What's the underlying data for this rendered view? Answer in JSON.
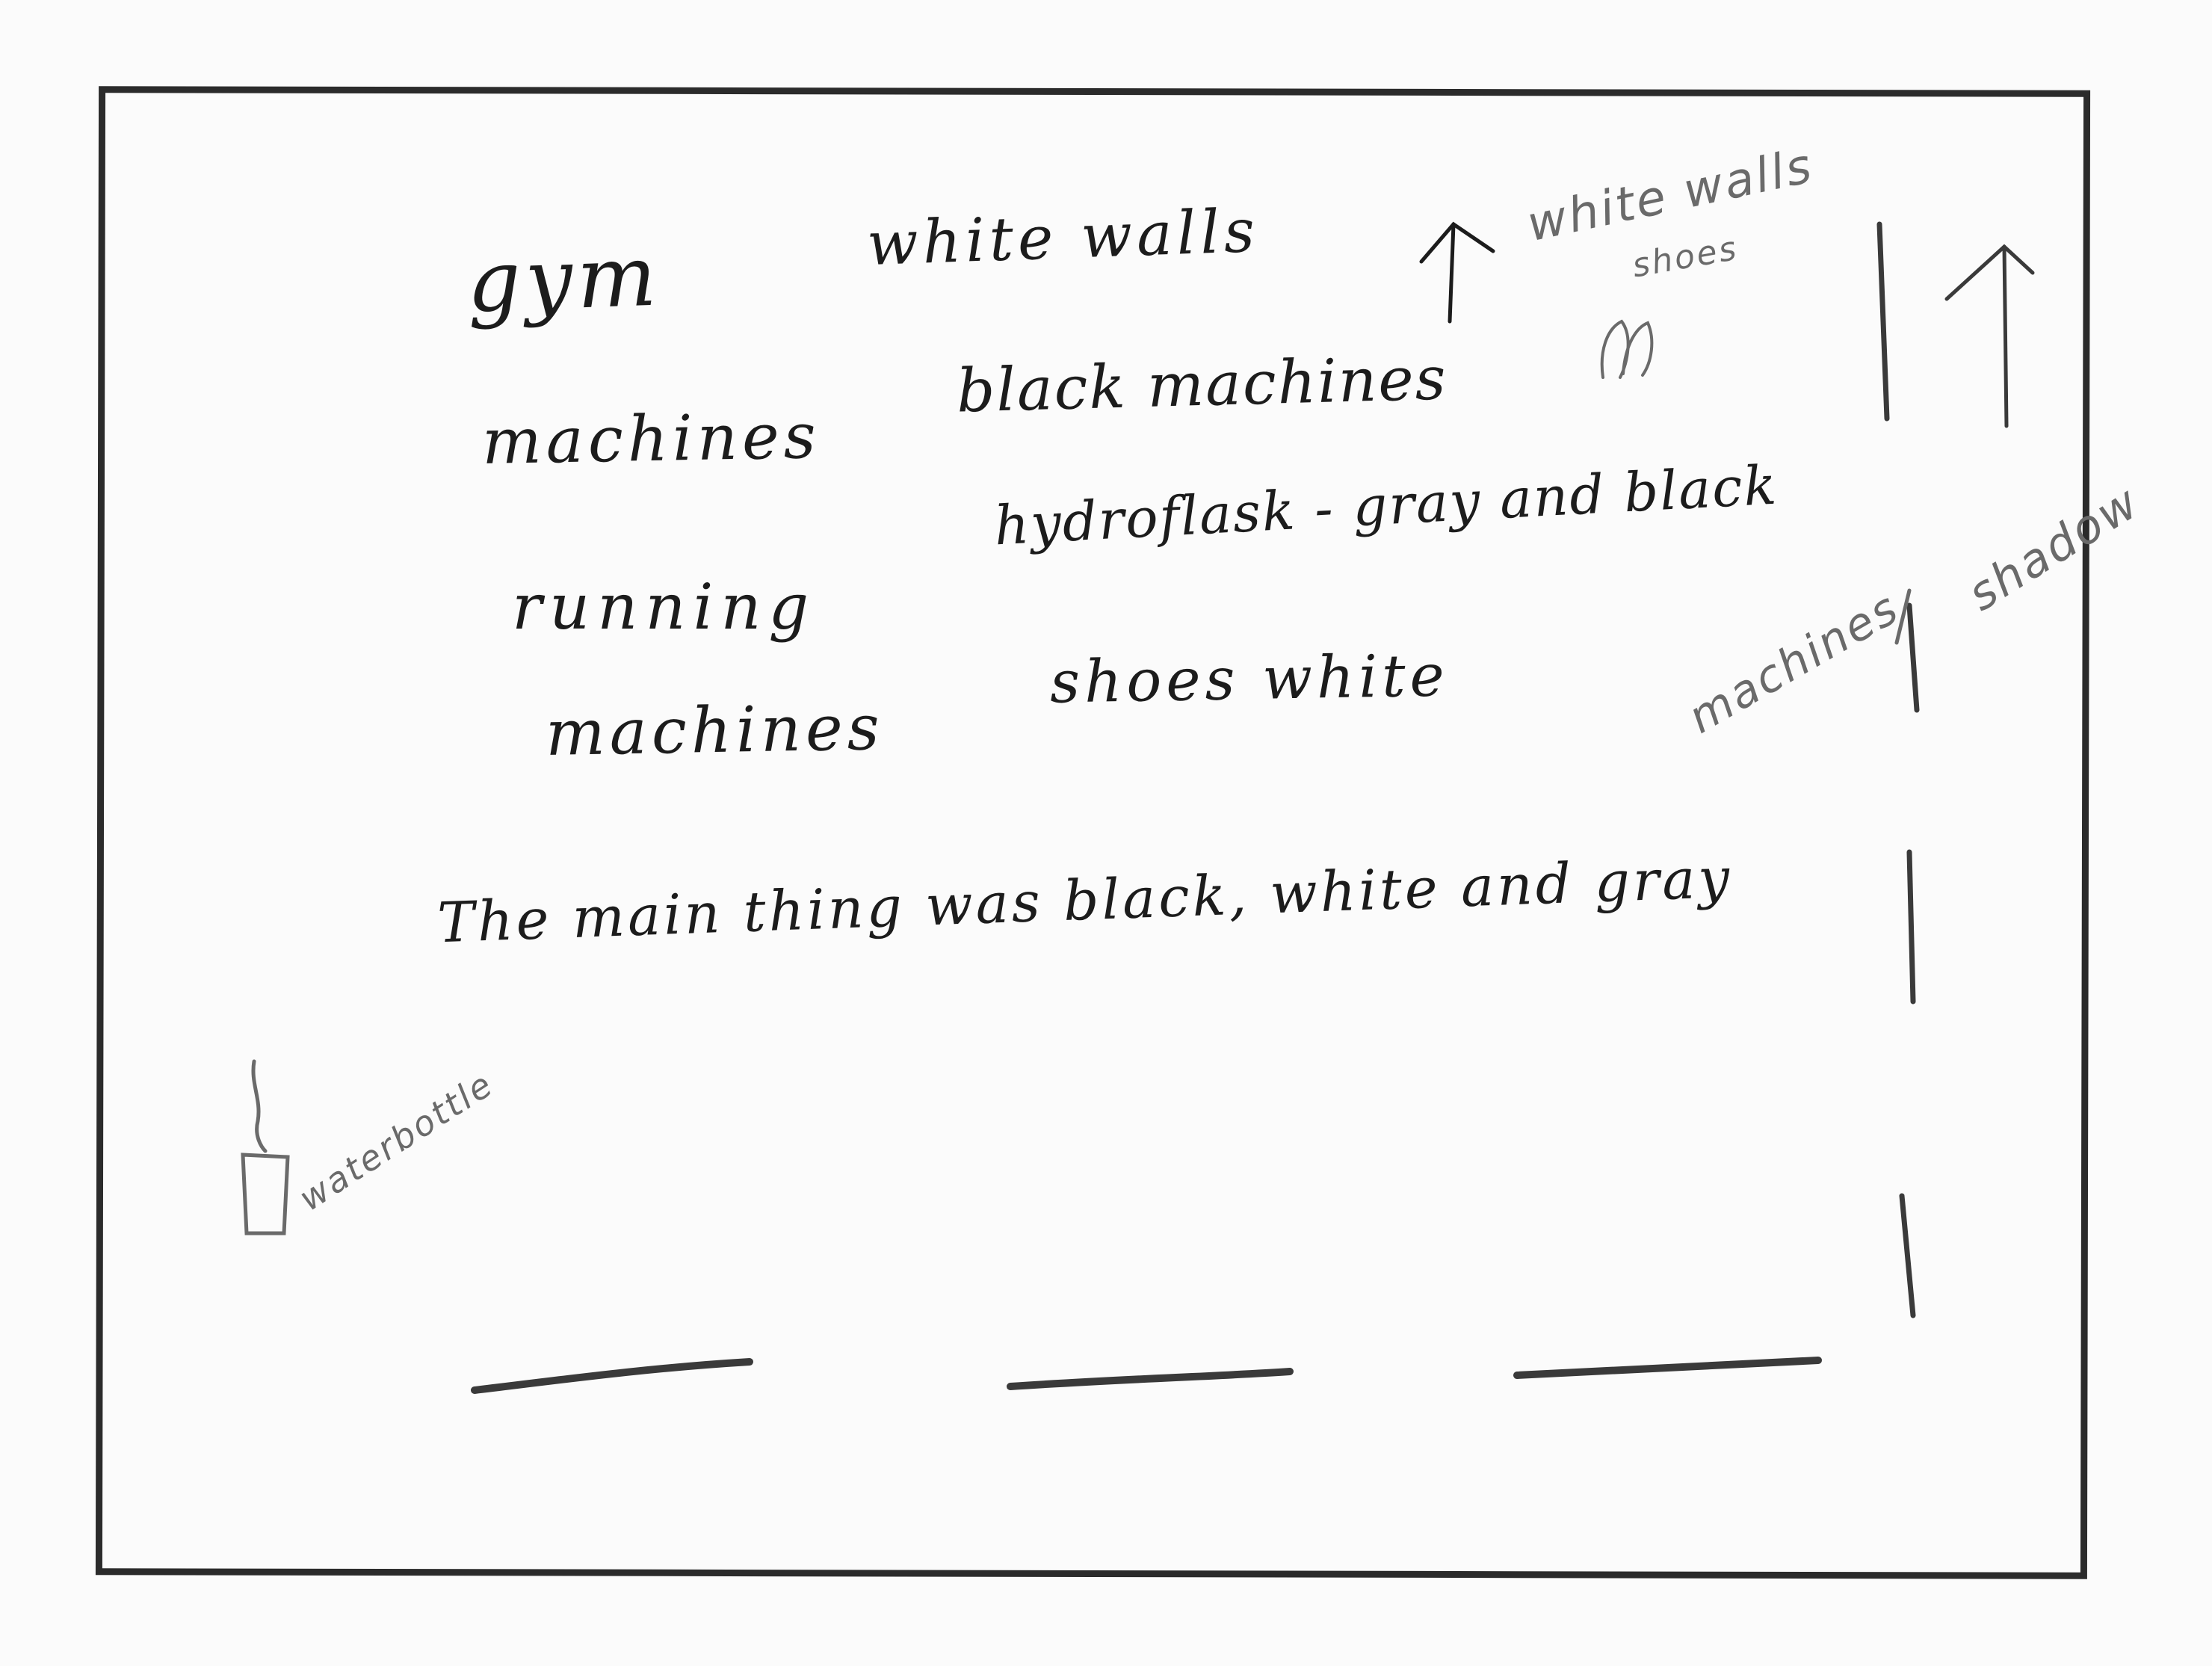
{
  "left_notes": {
    "gym": "gym",
    "machines": "machines",
    "running": "running",
    "machines_2": "machines"
  },
  "right_notes": {
    "white_walls": "white walls",
    "black_machines": "black machines",
    "hydroflask": "hydroflask - gray and black",
    "shoes_white": "shoes white"
  },
  "summary": "The main thing was black, white and gray",
  "margin_notes": {
    "white_walls": "white walls",
    "shoes": "shoes",
    "machines": "machines",
    "shadow": "shadow",
    "waterbottle": "waterbottle"
  },
  "colors": {
    "ink": "#1c1c1c",
    "pencil": "#6a6a6a",
    "frame": "#2b2b2b",
    "paper": "#fbfbfb"
  }
}
